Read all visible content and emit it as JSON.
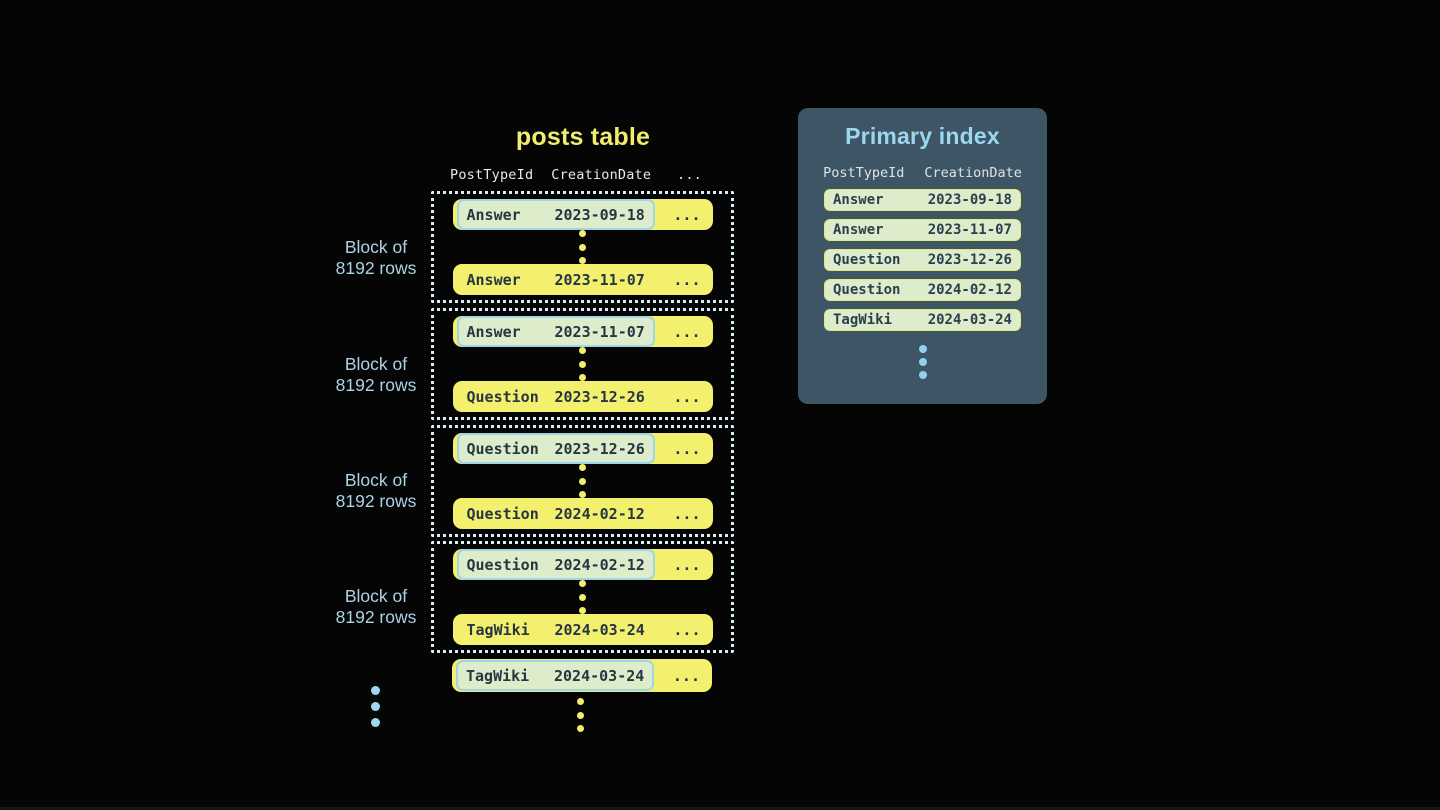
{
  "posts_table": {
    "title": "posts table",
    "headers": {
      "col1": "PostTypeId",
      "col2": "CreationDate",
      "col3": "..."
    },
    "block_label_line1": "Block of",
    "block_label_line2": "8192 rows",
    "ellipsis": "...",
    "blocks": [
      {
        "first": {
          "type": "Answer",
          "date": "2023-09-18"
        },
        "last": {
          "type": "Answer",
          "date": "2023-11-07"
        }
      },
      {
        "first": {
          "type": "Answer",
          "date": "2023-11-07"
        },
        "last": {
          "type": "Question",
          "date": "2023-12-26"
        }
      },
      {
        "first": {
          "type": "Question",
          "date": "2023-12-26"
        },
        "last": {
          "type": "Question",
          "date": "2024-02-12"
        }
      },
      {
        "first": {
          "type": "Question",
          "date": "2024-02-12"
        },
        "last": {
          "type": "TagWiki",
          "date": "2024-03-24"
        }
      }
    ],
    "trailing_row": {
      "type": "TagWiki",
      "date": "2024-03-24"
    }
  },
  "primary_index": {
    "title": "Primary index",
    "headers": {
      "col1": "PostTypeId",
      "col2": "CreationDate"
    },
    "rows": [
      {
        "type": "Answer",
        "date": "2023-09-18"
      },
      {
        "type": "Answer",
        "date": "2023-11-07"
      },
      {
        "type": "Question",
        "date": "2023-12-26"
      },
      {
        "type": "Question",
        "date": "2024-02-12"
      },
      {
        "type": "TagWiki",
        "date": "2024-03-24"
      }
    ]
  },
  "colors": {
    "background": "#050506",
    "row_yellow": "#f3f06e",
    "row_text": "#263642",
    "highlight_green": "#ddecca",
    "highlight_border_cyan": "#a0d5e6",
    "index_pill_border_yellow": "#e3e876",
    "dotted_block_border": "#d8edf5",
    "panel_background": "#3e5565",
    "panel_title_blue": "#9bd7ee",
    "label_blue": "#abd3e4",
    "header_text": "#e6eaec",
    "blue_dots": "#9ed9f0"
  }
}
